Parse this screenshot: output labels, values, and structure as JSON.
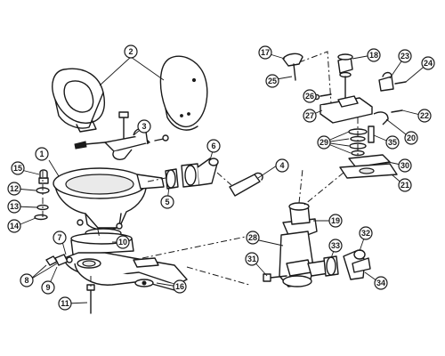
{
  "diagram": {
    "callouts": [
      {
        "id": "c1",
        "label": "1"
      },
      {
        "id": "c2",
        "label": "2"
      },
      {
        "id": "c3",
        "label": "3"
      },
      {
        "id": "c4",
        "label": "4"
      },
      {
        "id": "c5",
        "label": "5"
      },
      {
        "id": "c6",
        "label": "6"
      },
      {
        "id": "c7",
        "label": "7"
      },
      {
        "id": "c8",
        "label": "8"
      },
      {
        "id": "c9",
        "label": "9"
      },
      {
        "id": "c10",
        "label": "10"
      },
      {
        "id": "c11",
        "label": "11"
      },
      {
        "id": "c12",
        "label": "12"
      },
      {
        "id": "c13",
        "label": "13"
      },
      {
        "id": "c14",
        "label": "14"
      },
      {
        "id": "c15",
        "label": "15"
      },
      {
        "id": "c16",
        "label": "16"
      },
      {
        "id": "c17",
        "label": "17"
      },
      {
        "id": "c18",
        "label": "18"
      },
      {
        "id": "c19",
        "label": "19"
      },
      {
        "id": "c20",
        "label": "20"
      },
      {
        "id": "c21",
        "label": "21"
      },
      {
        "id": "c22",
        "label": "22"
      },
      {
        "id": "c23",
        "label": "23"
      },
      {
        "id": "c24",
        "label": "24"
      },
      {
        "id": "c25",
        "label": "25"
      },
      {
        "id": "c26",
        "label": "26"
      },
      {
        "id": "c27",
        "label": "27"
      },
      {
        "id": "c28",
        "label": "28"
      },
      {
        "id": "c29",
        "label": "29"
      },
      {
        "id": "c30",
        "label": "30"
      },
      {
        "id": "c31",
        "label": "31"
      },
      {
        "id": "c32",
        "label": "32"
      },
      {
        "id": "c33",
        "label": "33"
      },
      {
        "id": "c34",
        "label": "34"
      },
      {
        "id": "c35",
        "label": "35"
      }
    ]
  }
}
